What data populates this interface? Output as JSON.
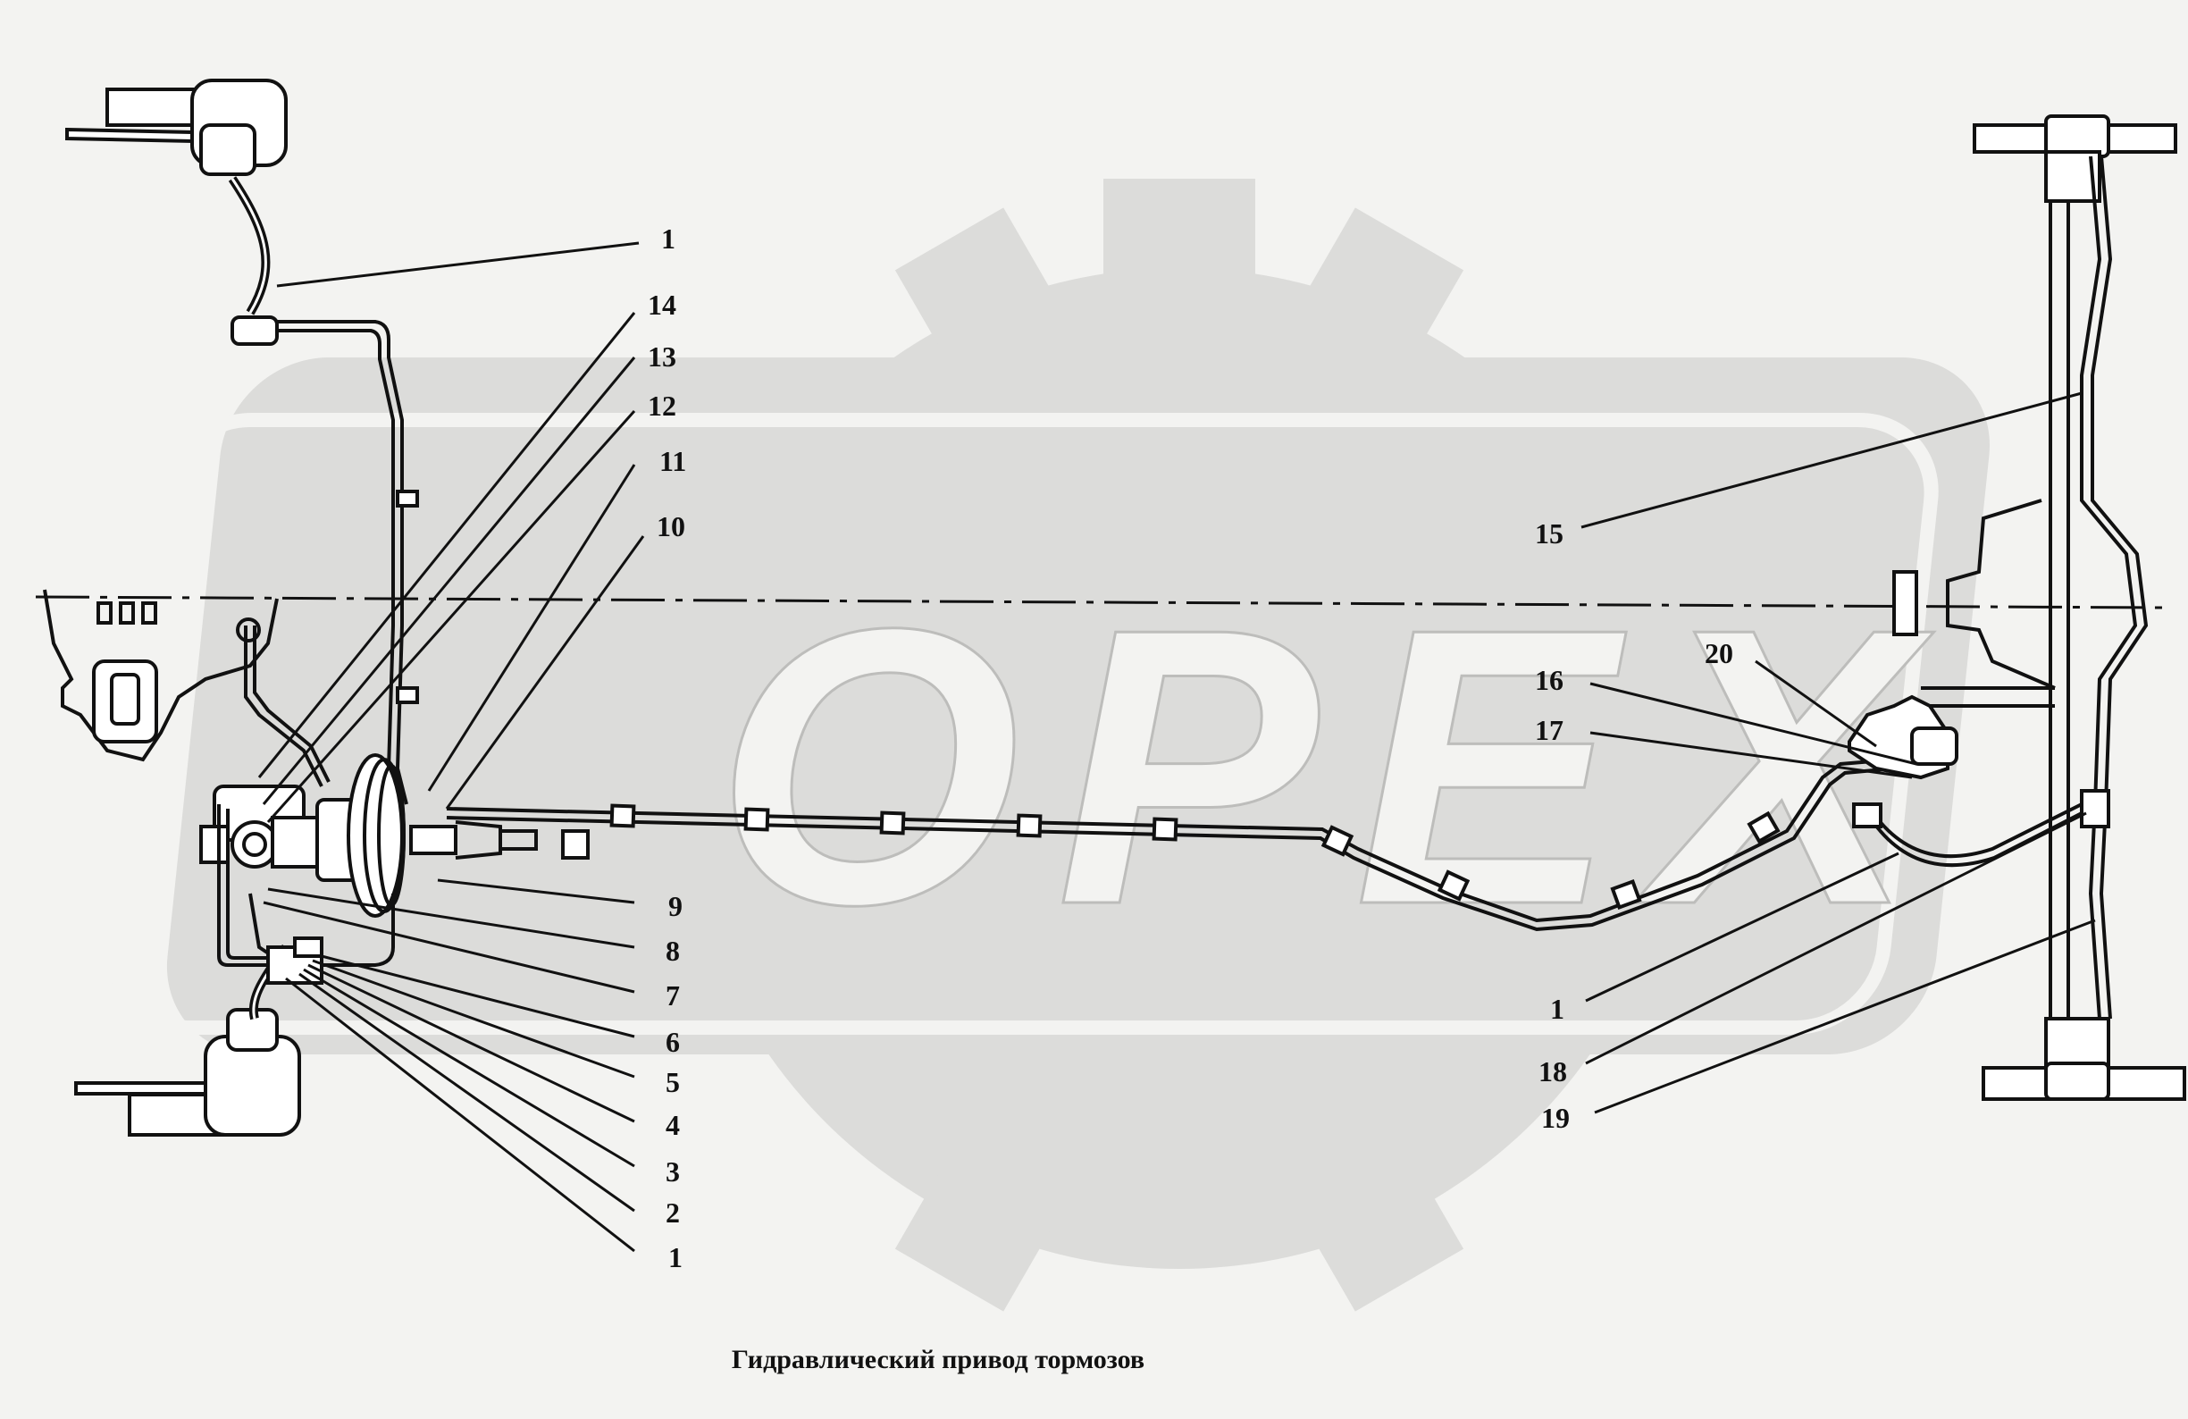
{
  "caption": "Гидравлический привод тормозов",
  "watermark": {
    "text": "OPEX",
    "color": "#dcdcda"
  },
  "line_color": "#111111",
  "callouts": {
    "c1a": "1",
    "c14": "14",
    "c13": "13",
    "c12": "12",
    "c11": "11",
    "c10": "10",
    "c9": "9",
    "c8": "8",
    "c7": "7",
    "c6": "6",
    "c5": "5",
    "c4": "4",
    "c3": "3",
    "c2": "2",
    "c1b": "1",
    "c15": "15",
    "c20": "20",
    "c16": "16",
    "c17": "17",
    "c1c": "1",
    "c18": "18",
    "c19": "19"
  }
}
